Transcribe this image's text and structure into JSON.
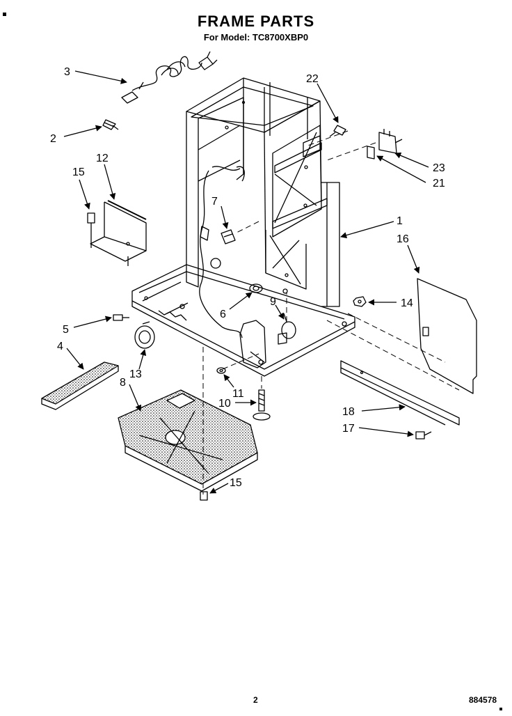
{
  "header": {
    "title": "FRAME PARTS",
    "subtitle": "For Model: TC8700XBP0"
  },
  "callouts": {
    "c1": "1",
    "c2": "2",
    "c3": "3",
    "c4": "4",
    "c5": "5",
    "c6": "6",
    "c7": "7",
    "c8": "8",
    "c9": "9",
    "c10": "10",
    "c11": "11",
    "c12": "12",
    "c13": "13",
    "c14": "14",
    "c15a": "15",
    "c15b": "15",
    "c16": "16",
    "c17": "17",
    "c18": "18",
    "c21": "21",
    "c22": "22",
    "c23": "23"
  },
  "footer": {
    "page": "2",
    "code": "884578"
  }
}
